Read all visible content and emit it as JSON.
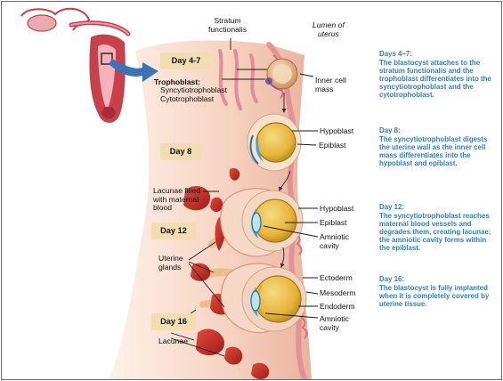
{
  "days": [
    {
      "id": "d47",
      "label": "Day 4-7"
    },
    {
      "id": "d8",
      "label": "Day 8"
    },
    {
      "id": "d12",
      "label": "Day 12"
    },
    {
      "id": "d16",
      "label": "Day 16"
    }
  ],
  "labels": {
    "stratum": "Stratum\nfunctionalis",
    "lumen": "Lumen of\nuterus",
    "trophoblast": "Trophoblast:",
    "syncytio": "Syncytiotrophoblast",
    "cyto": "Cytotrophoblast",
    "inner_cell_mass": "Inner cell\nmass",
    "hypoblast_8": "Hypoblast",
    "epiblast_8": "Epiblast",
    "lacunae_filled": "Lacunae filled\nwith maternal\nblood",
    "hypoblast_12": "Hypoblast",
    "epiblast_12": "Epiblast",
    "amniotic_12": "Amniotic\ncavity",
    "uterine_glands": "Uterine\nglands",
    "ectoderm": "Ectoderm",
    "mesoderm": "Mesoderm",
    "endoderm": "Endoderm",
    "amniotic_16": "Amniotic\ncavity",
    "lacunae": "Lacunae"
  },
  "captions": [
    {
      "heading": "Days 4–7:",
      "text": "The blastocyst attaches to the stratum functionalis and the trophoblast differentiates into the syncytiotrophoblast and the cytotrophoblast."
    },
    {
      "heading": "Day 8:",
      "text": "The syncytiotrophoblast digests the uterine wall as the inner cell mass differentiates into the hypoblast and epiblast."
    },
    {
      "heading": "Day 12:",
      "text": "The syncytiotrophoblast reaches maternal blood vessels and degrades them, creating lacunae; the amniotic cavity forms within the epiblast."
    },
    {
      "heading": "Day 16:",
      "text": "The blastocyst is fully implanted when it is completely covered by uterine tissue."
    }
  ],
  "colors": {
    "caption_blue": "#2f7fb9",
    "day_box": "#f2ddb2",
    "tissue_pink": "#f0c9b5",
    "tissue_light": "#fbe9dd",
    "uterus_red": "#c8404a",
    "blood_red": "#c02a24",
    "epithelium": "#e28c96",
    "gland_tan": "#e8c08c",
    "yolk_yellow": "#e8b93c",
    "epiblast_blue": "#3aa7d6",
    "arrow_blue": "#3d73b4"
  }
}
